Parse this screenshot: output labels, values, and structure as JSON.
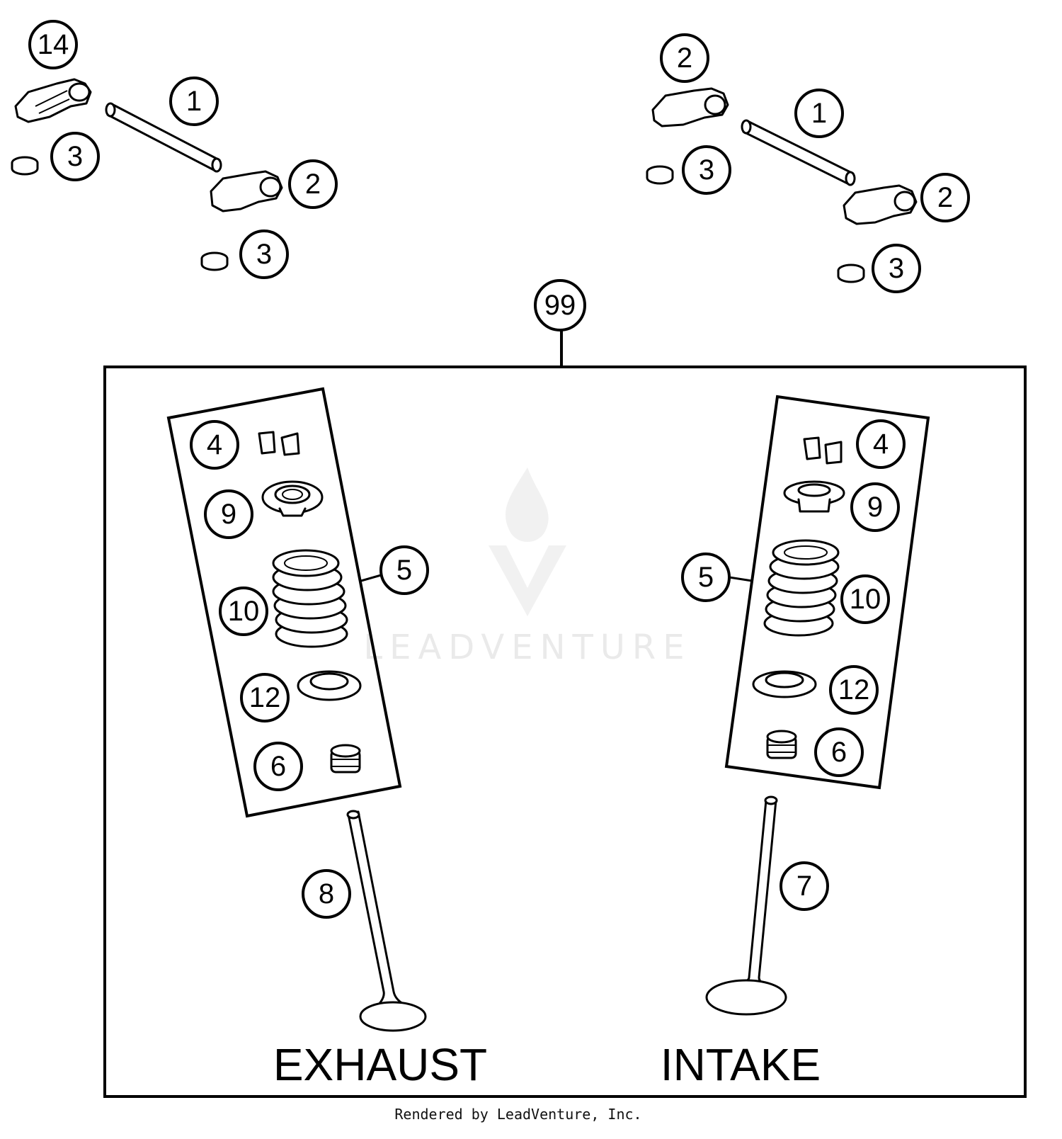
{
  "callouts": {
    "c14": "14",
    "c1a": "1",
    "c3a": "3",
    "c2a": "2",
    "c3b": "3",
    "c2b": "2",
    "c1b": "1",
    "c3c": "3",
    "c2c": "2",
    "c3d": "3",
    "c99": "99",
    "l4": "4",
    "l9": "9",
    "l5": "5",
    "l10": "10",
    "l12": "12",
    "l6": "6",
    "l8": "8",
    "r4": "4",
    "r9": "9",
    "r5": "5",
    "r10": "10",
    "r12": "12",
    "r6": "6",
    "r7": "7"
  },
  "labels": {
    "exhaust": "EXHAUST",
    "intake": "INTAKE"
  },
  "watermark": "LEADVENTURE",
  "footer": "Rendered by LeadVenture, Inc."
}
